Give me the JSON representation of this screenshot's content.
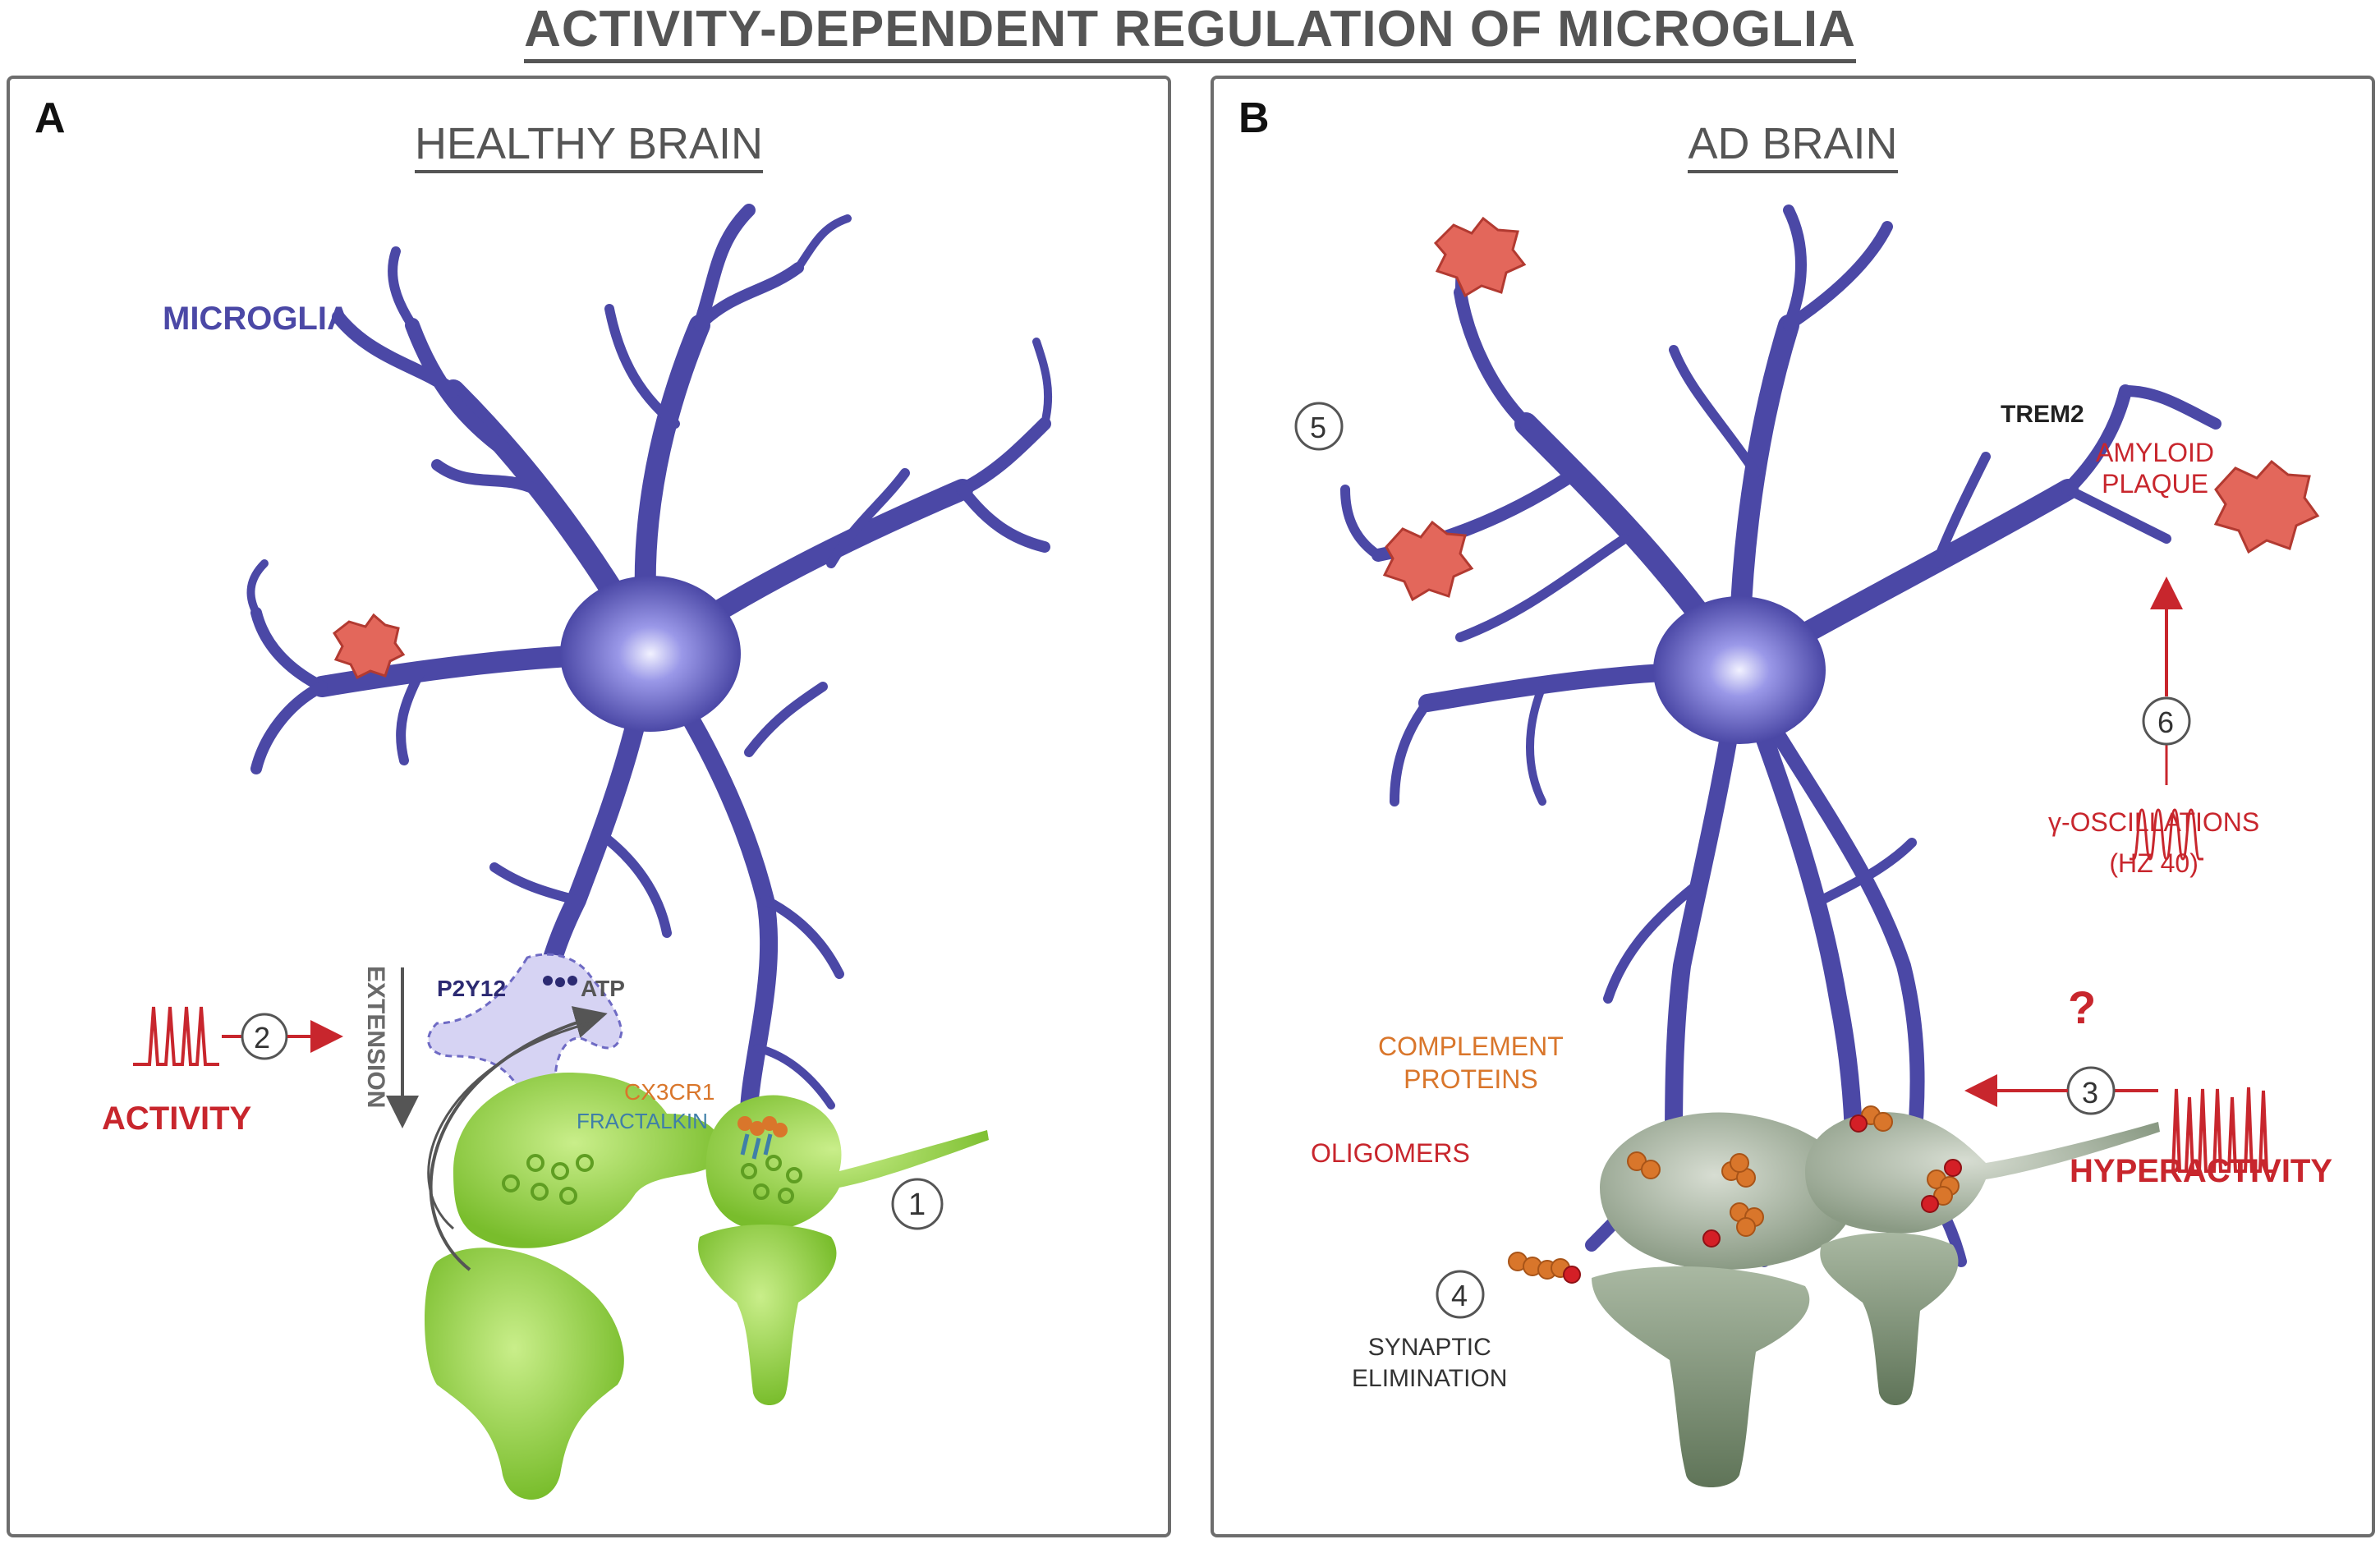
{
  "title": "ACTIVITY-DEPENDENT REGULATION OF MICROGLIA",
  "panels": [
    {
      "letter": "A",
      "heading": "HEALTHY BRAIN",
      "labels": {
        "microglia": "MICROGLIA",
        "p2y12": "P2Y12",
        "atp": "ATP",
        "extension": "EXTENSION",
        "cx3cr1": "CX3CR1",
        "fractalkin": "FRACTALKIN",
        "activity": "ACTIVITY"
      },
      "steps": [
        "1",
        "2"
      ]
    },
    {
      "letter": "B",
      "heading": "AD BRAIN",
      "labels": {
        "trem2": "TREM2",
        "amyloid_line1": "AMYLOID",
        "amyloid_line2": "PLAQUE",
        "gamma_line1": "γ-OSCILLATIONS",
        "gamma_line2": "(HZ 40)",
        "question": "?",
        "complement_line1": "COMPLEMENT",
        "complement_line2": "PROTEINS",
        "oligomers": "OLIGOMERS",
        "hyperactivity": "HYPERACTIVITY",
        "synaptic_line1": "SYNAPTIC",
        "synaptic_line2": "ELIMINATION"
      },
      "steps": [
        "3",
        "4",
        "5",
        "6"
      ]
    }
  ],
  "colors": {
    "microglia": "#4b48a6",
    "microglia_glow": "#c9c9f5",
    "synapse_healthy": "#8fcf3a",
    "synapse_ad": "#a9b8a2",
    "signal_red": "#c8262d",
    "complement_orange": "#d9762b",
    "fractalkin_blue": "#3f7fa8",
    "text_gray": "#555555"
  }
}
